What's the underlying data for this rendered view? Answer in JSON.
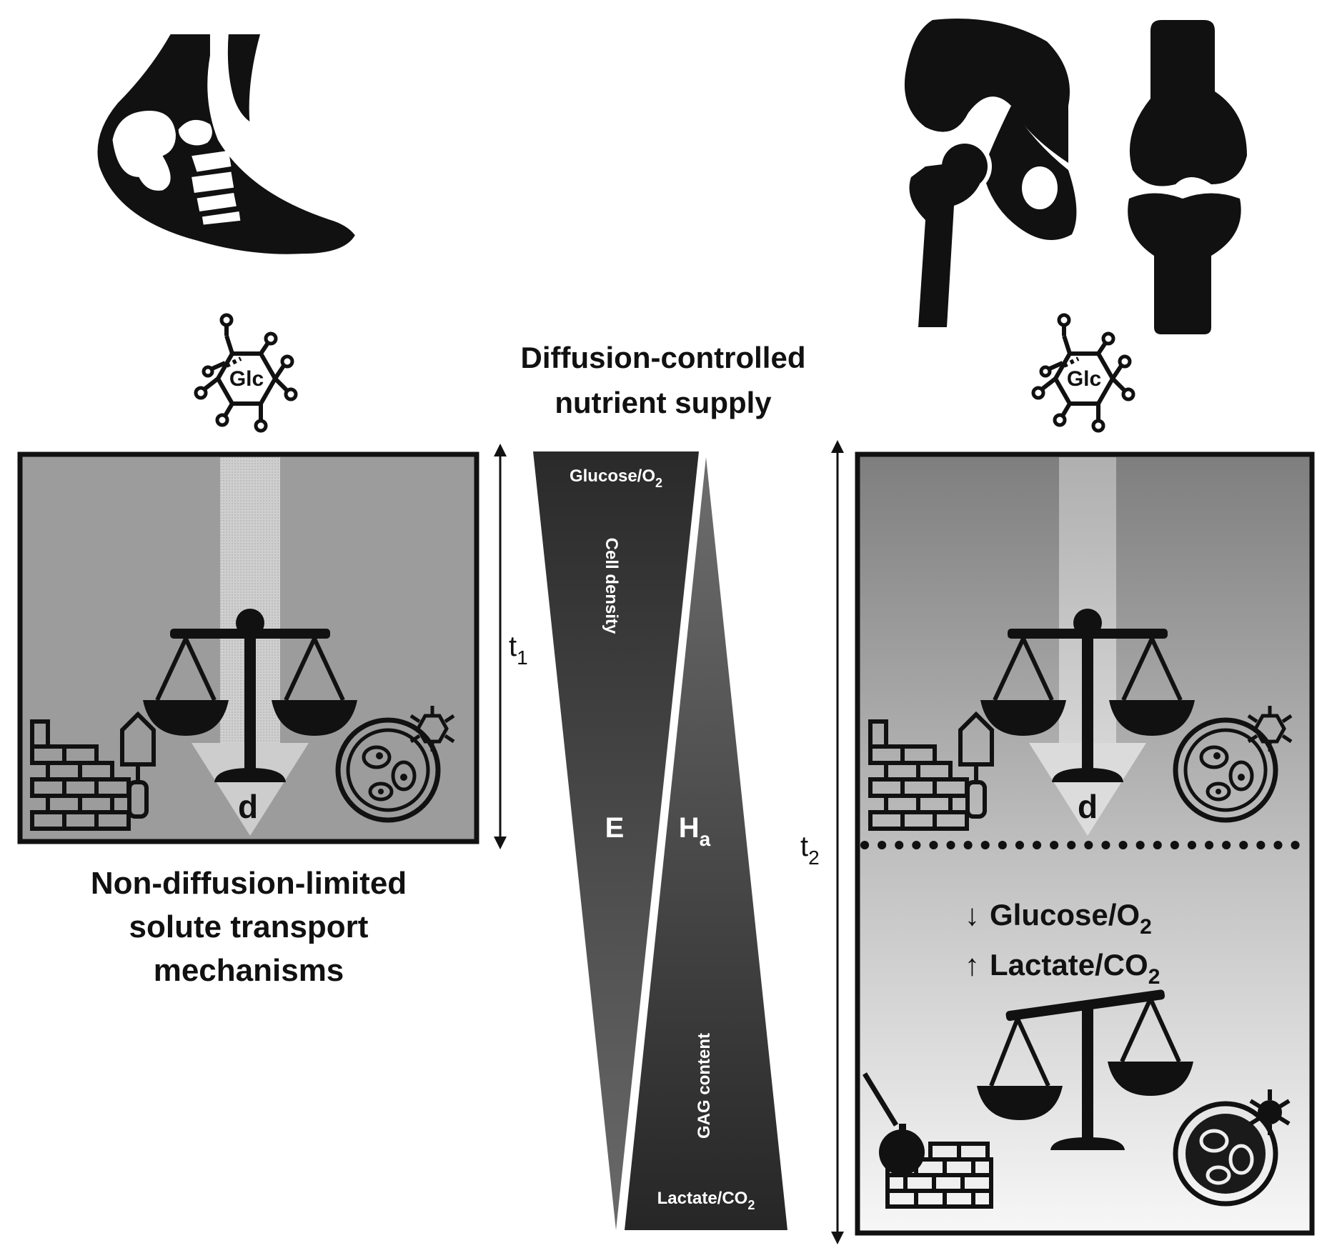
{
  "title": {
    "line1": "Diffusion-controlled",
    "line2": "nutrient supply"
  },
  "left_panel": {
    "glc_label": "Glc",
    "distance_label": "d",
    "time_label": "t",
    "time_subscript": "1",
    "caption_line1": "Non-diffusion-limited",
    "caption_line2": "solute transport",
    "caption_line3": "mechanisms"
  },
  "center_gradient": {
    "top_label_main": "Glucose/O",
    "top_label_sub": "2",
    "cell_density_label": "Cell density",
    "modulus_label": "E",
    "permeability_label_main": "H",
    "permeability_label_sub": "a",
    "gag_label": "GAG content",
    "bottom_label_main": "Lactate/CO",
    "bottom_label_sub": "2"
  },
  "right_panel": {
    "glc_label": "Glc",
    "distance_label": "d",
    "time_label": "t",
    "time_subscript": "2",
    "down_arrow": "↓",
    "down_text_main": "Glucose/O",
    "down_text_sub": "2",
    "up_arrow": "↑",
    "up_text_main": "Lactate/CO",
    "up_text_sub": "2"
  },
  "icons": {
    "top_left": "foot-bones-icon",
    "top_right": "hip-and-knee-joint-icon",
    "molecule": "glucose-molecule-icon",
    "balance": "balance-scale-icon",
    "tilted_balance": "tilted-balance-scale-icon",
    "build": "brick-wall-trowel-icon",
    "demolish": "wrecking-ball-wall-icon",
    "cell": "cell-petri-icon"
  }
}
